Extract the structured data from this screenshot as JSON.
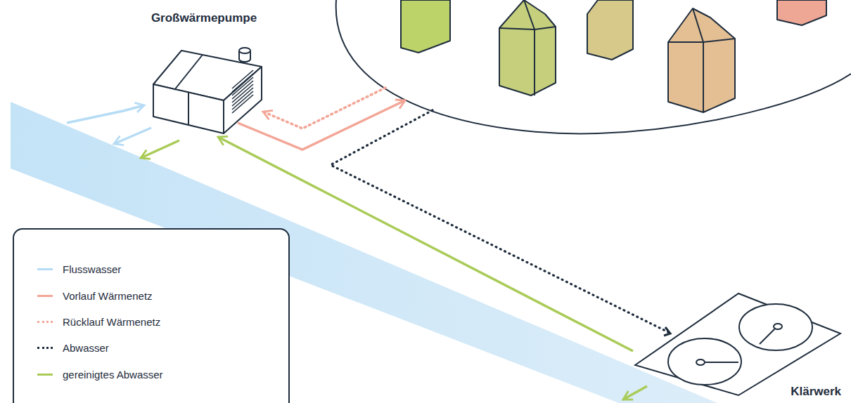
{
  "diagram": {
    "nodes": [
      {
        "text": [
          "Großwärmepumpe"
        ]
      },
      {
        "text": [
          "Klärwerk"
        ]
      }
    ],
    "edges": [
      {
        "from": 1,
        "to": 0,
        "arrow": "to"
      }
    ],
    "legend": [
      {
        "text": "Flusswasser",
        "color": "#b6dcf5"
      },
      {
        "text": "Vorlauf Wärmenetz",
        "color": "#f3a697"
      },
      {
        "text": "Rücklauf Wärmenetz",
        "color": "#f3a697"
      },
      {
        "text": "Abwasser",
        "color": "#1f2d3d"
      },
      {
        "text": "gereinigtes Abwasser",
        "color": "#a9cb57"
      }
    ]
  }
}
